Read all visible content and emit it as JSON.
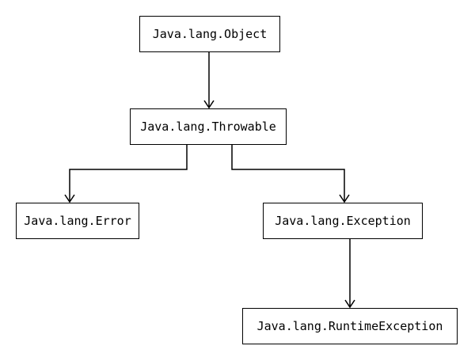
{
  "nodes": {
    "object": "Java.lang.Object",
    "throwable": "Java.lang.Throwable",
    "error": "Java.lang.Error",
    "exception": "Java.lang.Exception",
    "runtime_exception": "Java.lang.RuntimeException"
  },
  "edges": [
    {
      "from": "Java.lang.Object",
      "to": "Java.lang.Throwable"
    },
    {
      "from": "Java.lang.Throwable",
      "to": "Java.lang.Error"
    },
    {
      "from": "Java.lang.Throwable",
      "to": "Java.lang.Exception"
    },
    {
      "from": "Java.lang.Exception",
      "to": "Java.lang.RuntimeException"
    }
  ],
  "colors": {
    "line": "#000000",
    "background": "#ffffff"
  }
}
